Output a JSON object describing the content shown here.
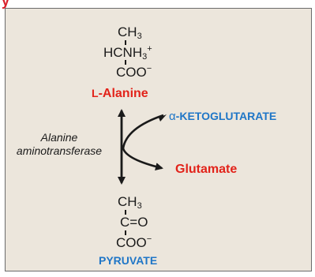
{
  "panel_label": "y",
  "alanine": {
    "ch3": "CH",
    "ch3_sub": "3",
    "hcnh3": "HCNH",
    "hcnh3_sub": "3",
    "hcnh3_sup": "+",
    "coo": "COO",
    "coo_sup": "−",
    "name_prefix": "L",
    "name": "-Alanine"
  },
  "pyruvate": {
    "ch3": "CH",
    "ch3_sub": "3",
    "co": "C=O",
    "coo": "COO",
    "coo_sup": "−",
    "name": "PYRUVATE"
  },
  "enzyme": {
    "line1": "Alanine",
    "line2": "aminotransferase"
  },
  "ketoglutarate": {
    "prefix": "α",
    "name": "-KETOGLUTARATE"
  },
  "glutamate": {
    "name": "Glutamate"
  },
  "colors": {
    "red": "#e2231a",
    "blue": "#1f76c7",
    "panel": "#ece6dc"
  }
}
